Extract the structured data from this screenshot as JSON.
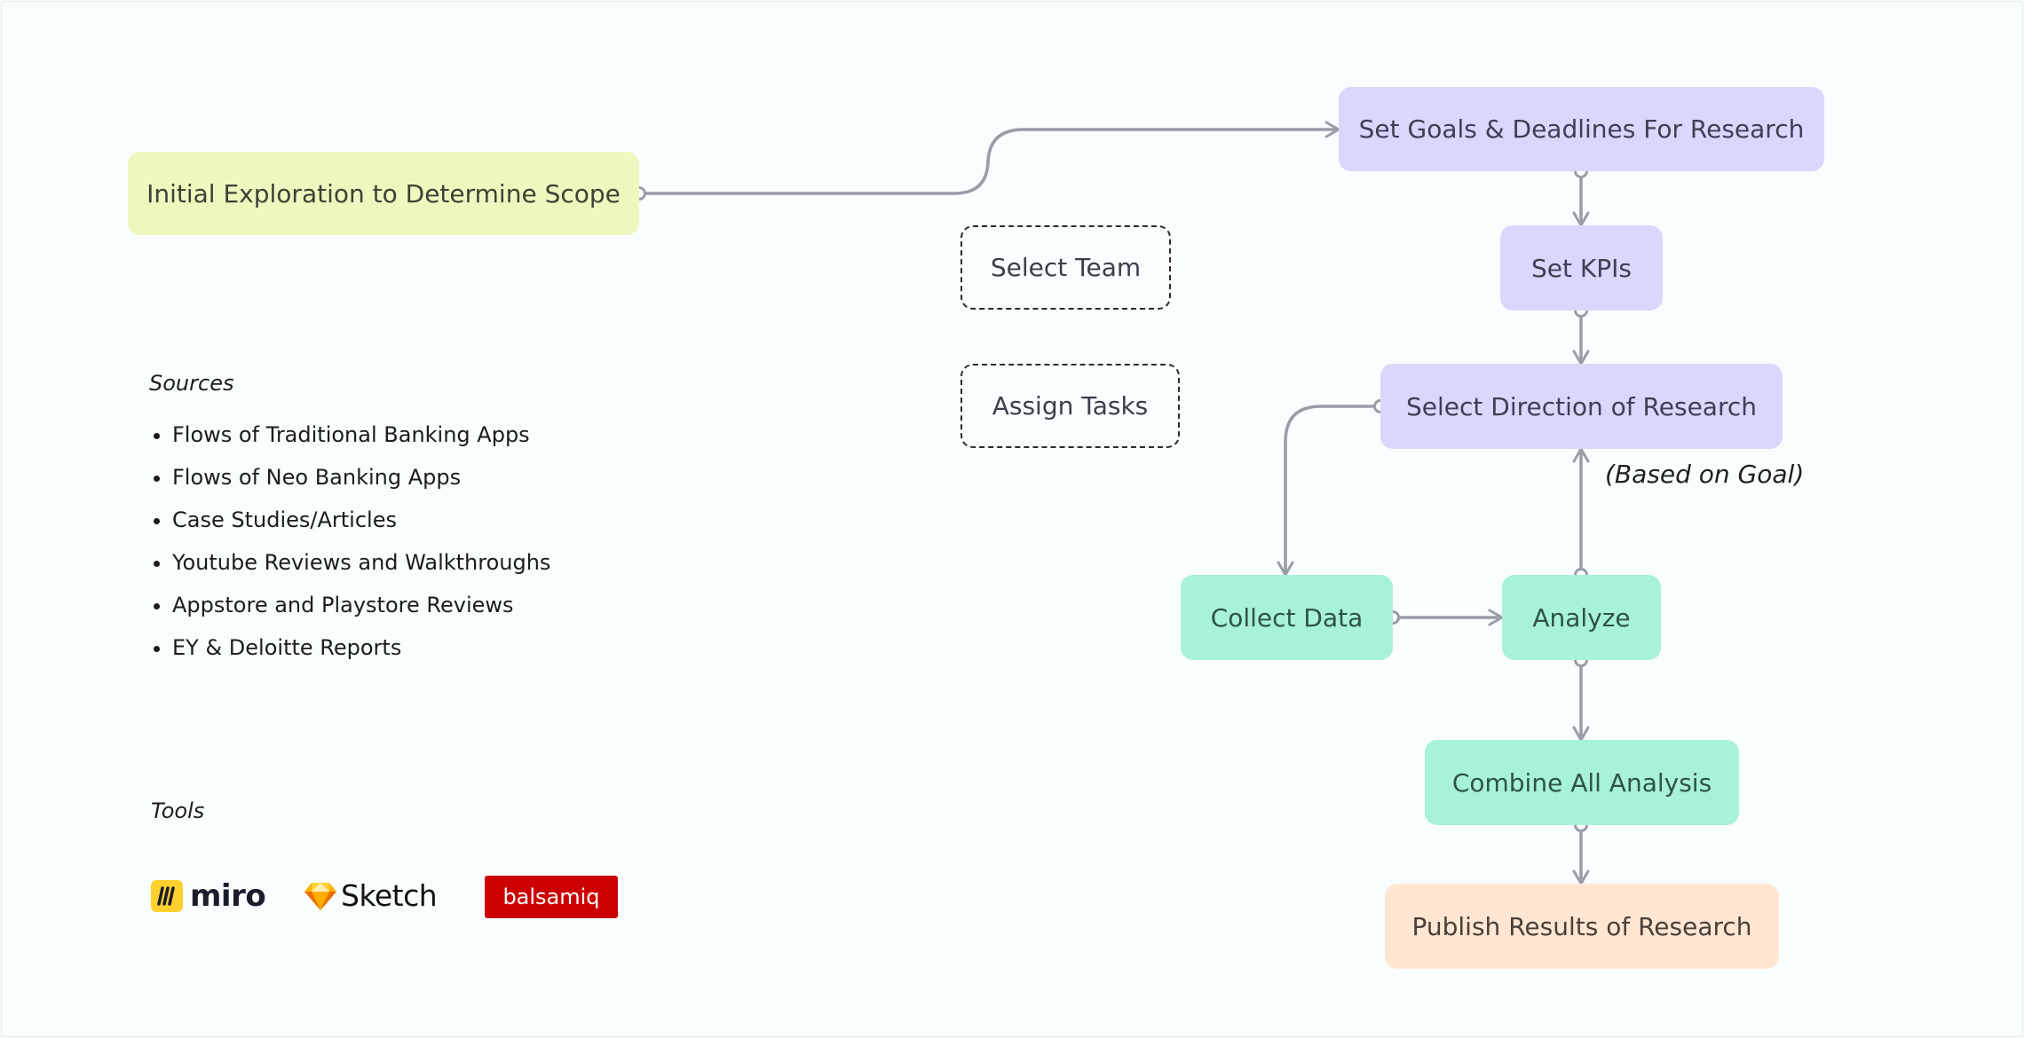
{
  "diagram": {
    "nodes": {
      "initial_exploration": "Initial Exploration to Determine Scope",
      "set_goals": "Set Goals & Deadlines For Research",
      "select_team": "Select Team",
      "assign_tasks": "Assign Tasks",
      "set_kpis": "Set KPIs",
      "select_direction": "Select Direction of Research",
      "collect_data": "Collect Data",
      "analyze": "Analyze",
      "combine_analysis": "Combine All Analysis",
      "publish_results": "Publish Results of Research"
    },
    "annotation": "(Based on Goal)"
  },
  "sources": {
    "title": "Sources",
    "items": [
      "Flows of Traditional Banking Apps",
      "Flows of Neo Banking Apps",
      "Case Studies/Articles",
      "Youtube Reviews and Walkthroughs",
      "Appstore and Playstore Reviews",
      "EY & Deloitte Reports"
    ]
  },
  "tools": {
    "title": "Tools",
    "logos": [
      {
        "name": "miro",
        "icon": "miro-logo-icon"
      },
      {
        "name": "Sketch",
        "icon": "sketch-diamond-icon"
      },
      {
        "name": "balsamiq",
        "icon": "balsamiq-logo-icon"
      }
    ]
  },
  "colors": {
    "yellow": "#eff7bf",
    "purple": "#d8d8fc",
    "green": "#a8f2da",
    "orange": "#fee6d3",
    "connector": "#9a9ca6"
  }
}
